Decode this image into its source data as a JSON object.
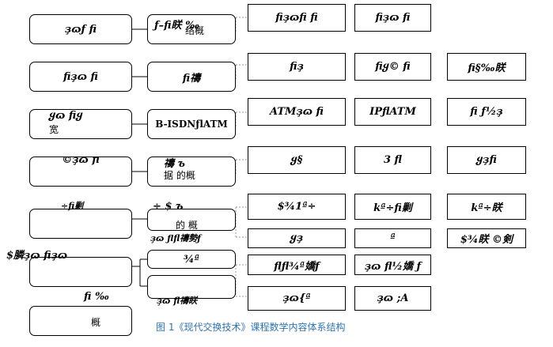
{
  "caption": "图 1《现代交换技术》课程数学内容体系结构",
  "col1": [
    {
      "title": "ҙɷƒ fi",
      "sub": ""
    },
    {
      "title": "fiҙɷ fi",
      "sub": ""
    },
    {
      "title": "ყɷ fiყ",
      "sub": "宽"
    },
    {
      "title": "©ҙɷ fi",
      "sub": ""
    },
    {
      "title": "÷fi剿",
      "sub": ""
    },
    {
      "title": "$膦ҙɷ fiҙɷ",
      "sub": ""
    },
    {
      "title": "fi ‰",
      "sub": "概"
    }
  ],
  "col2": [
    {
      "title": "ƒ–fi眹 ‰",
      "sub": "络概"
    },
    {
      "title": "fi禱 ",
      "sub": ""
    },
    {
      "title": "B-ISDNƒlATM",
      "sub": ""
    },
    {
      "title": "禱 ъ",
      "sub": "据 的概"
    },
    {
      "title": "÷ $ ъ",
      "sub": "的 概"
    },
    {
      "title": "ҙɷ ƒlfl禱勢ƒ",
      "sub": ""
    },
    {
      "title": "¾ª ",
      "sub": ""
    },
    {
      "title": "ҙɷ fl禱眹",
      "sub": ""
    }
  ],
  "col3": [
    "fiҙɷfi fi",
    "fiҙ",
    "ATMҙɷ fi",
    "ყ§ ",
    "$¾1ª÷",
    "ყҙ",
    "flƒl¾ª嬌ƒ",
    "ҙɷ{ª"
  ],
  "col4": [
    "fiҙɷ fi",
    "fiყ© fi",
    "IPƒlATM",
    "3 fl",
    "kª÷fi剿",
    "ª",
    "ҙɷ fl½嬌 ƒ",
    "ҙɷ ;A"
  ],
  "col5": [
    "fi§‰眹",
    "fi ƒ½ҙ",
    "ყҙfi",
    "kª÷眹",
    "$¾眹 ©剣"
  ]
}
